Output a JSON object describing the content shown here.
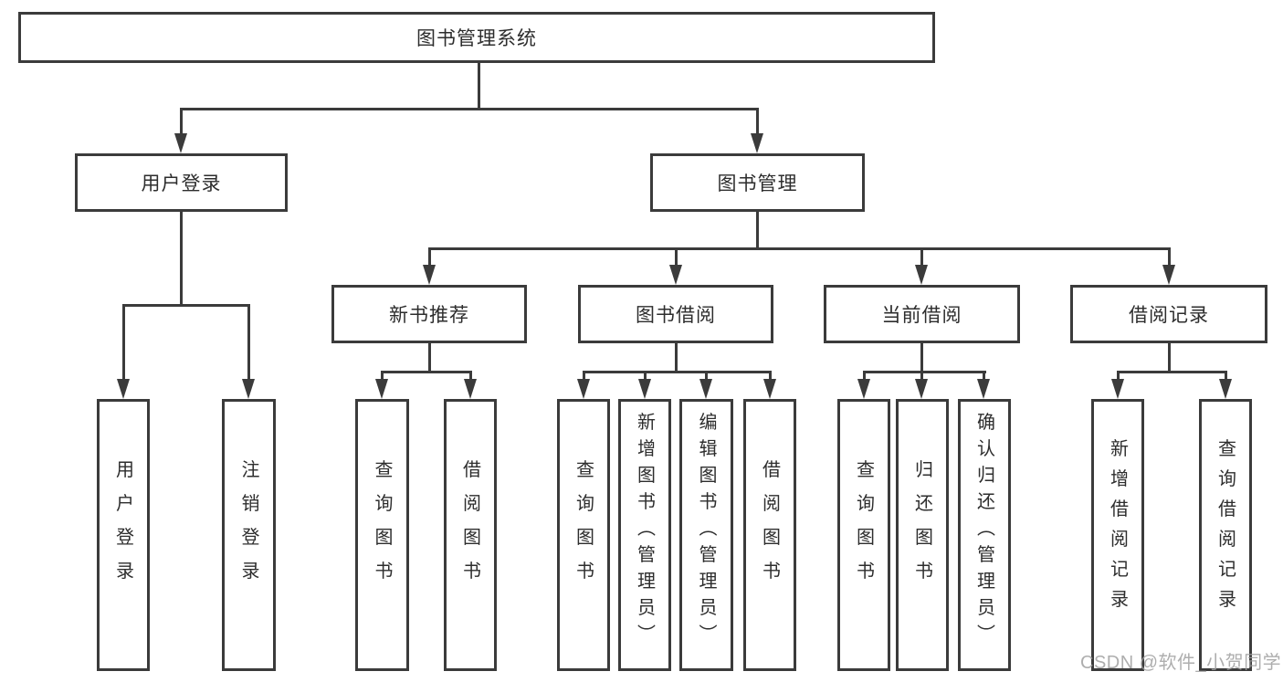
{
  "tree": {
    "root": {
      "label": "图书管理系统"
    },
    "level2": [
      {
        "label": "用户登录",
        "children": [
          {
            "label": "用户登录"
          },
          {
            "label": "注销登录"
          }
        ]
      },
      {
        "label": "图书管理",
        "children": [
          {
            "label": "新书推荐",
            "children": [
              {
                "label": "查询图书"
              },
              {
                "label": "借阅图书"
              }
            ]
          },
          {
            "label": "图书借阅",
            "children": [
              {
                "label": "查询图书"
              },
              {
                "label": "新增图书（管理员）"
              },
              {
                "label": "编辑图书（管理员）"
              },
              {
                "label": "借阅图书"
              }
            ]
          },
          {
            "label": "当前借阅",
            "children": [
              {
                "label": "查询图书"
              },
              {
                "label": "归还图书"
              },
              {
                "label": "确认归还（管理员）"
              }
            ]
          },
          {
            "label": "借阅记录",
            "children": [
              {
                "label": "新增借阅记录"
              },
              {
                "label": "查询借阅记录"
              }
            ]
          }
        ]
      }
    ]
  },
  "watermark": {
    "text": "CSDN @软件_小贺同学"
  },
  "colors": {
    "line": "#3b3b3b",
    "text": "#2d2d2d",
    "watermark": "#a0a0a0",
    "background": "#ffffff"
  }
}
